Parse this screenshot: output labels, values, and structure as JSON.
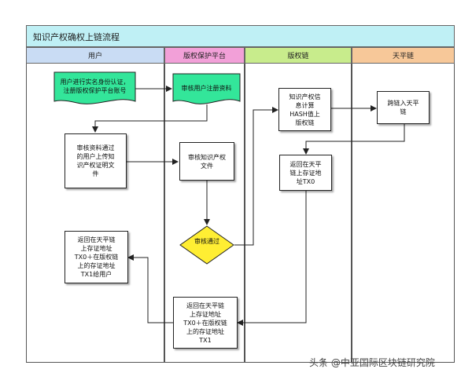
{
  "title": "知识产权确权上链流程",
  "colors": {
    "title_bg": "#bff0f5",
    "lane_user": "#c9dcf4",
    "lane_platform": "#f2a0d8",
    "lane_chain": "#c8ec8c",
    "lane_tianping": "#f7c899",
    "doc_fill": "#33e69a",
    "decision_fill": "#ffee33"
  },
  "lanes": [
    {
      "label": "用户"
    },
    {
      "label": "版权保护平台"
    },
    {
      "label": "版权链"
    },
    {
      "label": "天平链"
    }
  ],
  "nodes": {
    "user_register": [
      "用户进行实名身份认证，",
      "注册版权保护平台账号"
    ],
    "review_registration": [
      "审核用户注册资料"
    ],
    "upload_proof": [
      "审核资料通过",
      "的用户上传知",
      "识产权证明文",
      "件"
    ],
    "review_ip_doc": [
      "审核知识产权",
      "文件"
    ],
    "review_passed": [
      "审核通过"
    ],
    "compute_hash": [
      "知识产权信",
      "息计算",
      "HASH值上",
      "版权链"
    ],
    "cross_chain": [
      "跨链入天平",
      "链"
    ],
    "return_tx0": [
      "返回在天平",
      "链上存证地",
      "址TX0"
    ],
    "return_platform": [
      "返回在天平链",
      "上存证地址",
      "TX0＋在版权链",
      "上的存证地址",
      "TX1"
    ],
    "return_user": [
      "返回在天平链",
      "上存证地址",
      "TX0＋在版权链",
      "上的存证地址",
      "TX1给用户"
    ]
  },
  "watermark": "头条 @中亚国际区块链研究院"
}
